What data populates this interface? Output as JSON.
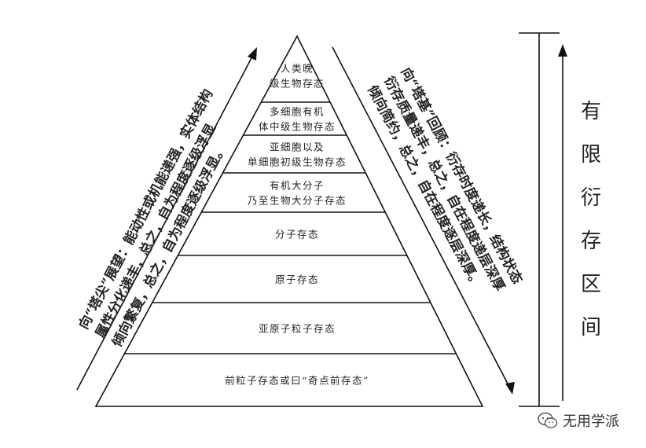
{
  "pyramid": {
    "levels": [
      {
        "lines": [
          "人类晚",
          "级生物存态"
        ]
      },
      {
        "lines": [
          "多细胞有机",
          "体中级生物存态"
        ]
      },
      {
        "lines": [
          "亚细胞以及",
          "单细胞初级生物存态"
        ]
      },
      {
        "lines": [
          "有机大分子",
          "乃至生物大分子存态"
        ]
      },
      {
        "lines": [
          "分子存态"
        ]
      },
      {
        "lines": [
          "原子存态"
        ]
      },
      {
        "lines": [
          "亚原子粒子存态"
        ]
      },
      {
        "lines": [
          "前粒子存态或曰“奇点前存态”"
        ]
      }
    ]
  },
  "left_annotation": {
    "lines": [
      "向“塔尖”展望：能动性或机能递强，实体结构",
      "属性分化递丰，总之，自为程度逐级浮显",
      "倾向繁复，总之，自为程度逐级浮显。"
    ]
  },
  "right_annotation": {
    "lines": [
      "向“塔基”回顾：衍存时度递长，结构状态",
      "衍存质量递丰，总之，自在程度递层深厚",
      "倾向简约，总之，自在程度逐层深厚。"
    ]
  },
  "right_title": {
    "chars": [
      "有",
      "限",
      "衍",
      "存",
      "区",
      "间"
    ]
  },
  "watermark": {
    "label": "无用学派",
    "icon": "wechat-icon"
  }
}
